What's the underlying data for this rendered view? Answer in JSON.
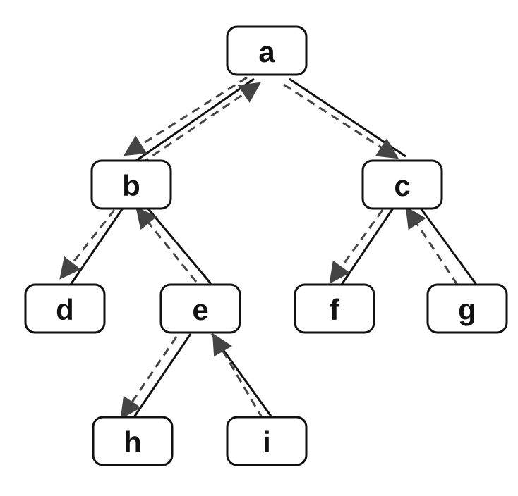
{
  "diagram": {
    "nodes": [
      {
        "id": "a",
        "label": "a"
      },
      {
        "id": "b",
        "label": "b"
      },
      {
        "id": "c",
        "label": "c"
      },
      {
        "id": "d",
        "label": "d"
      },
      {
        "id": "e",
        "label": "e"
      },
      {
        "id": "f",
        "label": "f"
      },
      {
        "id": "g",
        "label": "g"
      },
      {
        "id": "h",
        "label": "h"
      },
      {
        "id": "i",
        "label": "i"
      }
    ],
    "edges": [
      {
        "from": "a",
        "to": "b"
      },
      {
        "from": "a",
        "to": "c"
      },
      {
        "from": "b",
        "to": "d"
      },
      {
        "from": "b",
        "to": "e"
      },
      {
        "from": "c",
        "to": "f"
      },
      {
        "from": "c",
        "to": "g"
      },
      {
        "from": "e",
        "to": "h"
      },
      {
        "from": "e",
        "to": "i"
      }
    ],
    "colors": {
      "stroke": "#111111",
      "dashed": "#444444",
      "background": "#ffffff"
    }
  }
}
